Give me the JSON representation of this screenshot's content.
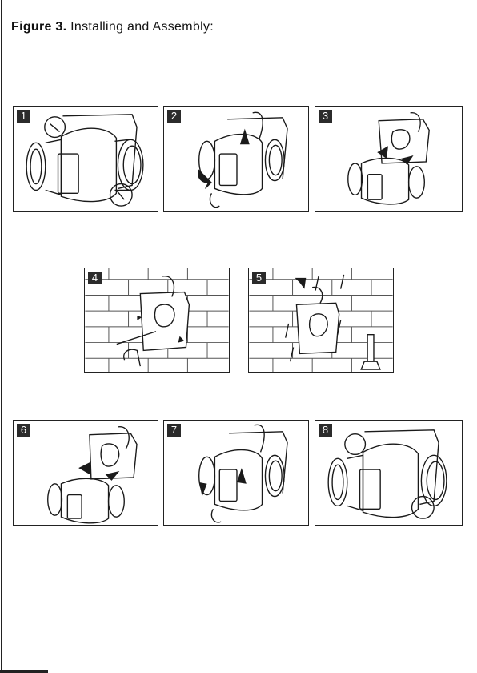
{
  "header": {
    "title_bold": "Figure 3.",
    "title_rest": " Installing and Assembly:"
  },
  "steps": [
    {
      "number": "1"
    },
    {
      "number": "2"
    },
    {
      "number": "3"
    },
    {
      "number": "4"
    },
    {
      "number": "5"
    },
    {
      "number": "6"
    },
    {
      "number": "7"
    },
    {
      "number": "8"
    }
  ],
  "colors": {
    "line": "#1a1a1a",
    "badge": "#2b2b2b",
    "brick": "#555555"
  }
}
